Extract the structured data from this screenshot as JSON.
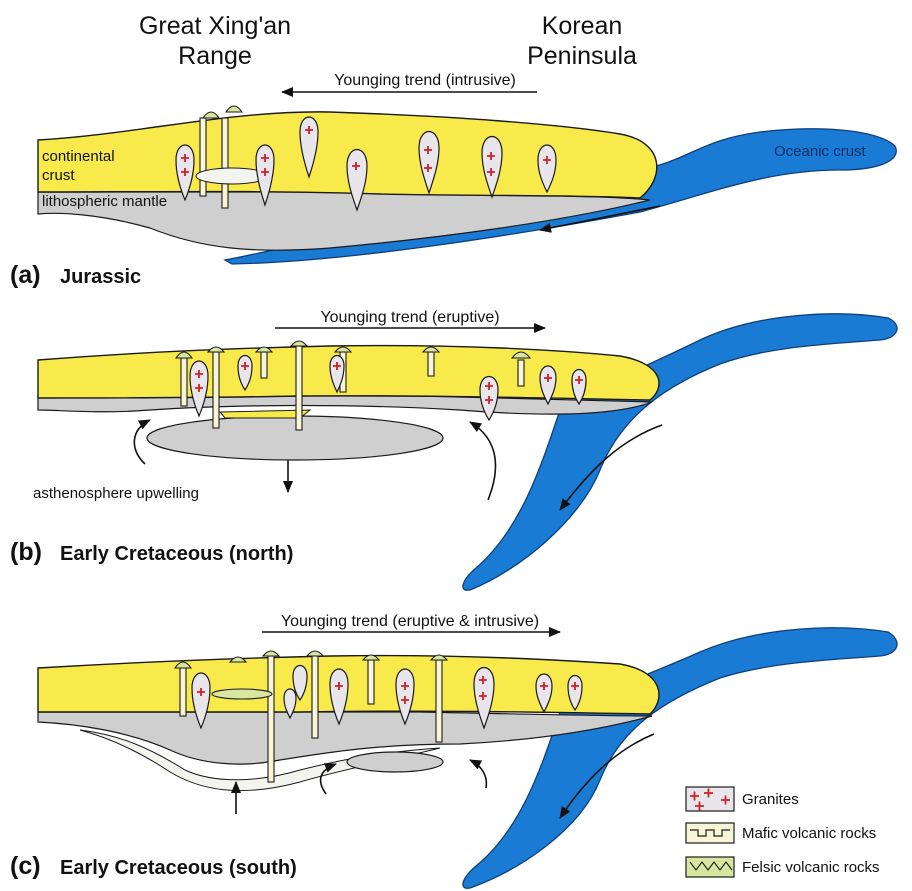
{
  "labels": {
    "region_west": "Great Xing'an Range",
    "region_west_l1": "Great Xing'an",
    "region_west_l2": "Range",
    "region_east_l1": "Korean",
    "region_east_l2": "Peninsula"
  },
  "panel_a": {
    "letter": "(a)",
    "title": "Jurassic",
    "trend": "Younging trend (intrusive)",
    "crust_l1": "continental",
    "crust_l2": "crust",
    "mantle": "lithospheric mantle",
    "ocean": "Oceanic crust"
  },
  "panel_b": {
    "letter": "(b)",
    "title": "Early Cretaceous (north)",
    "trend": "Younging trend (eruptive)",
    "upwelling": "asthenosphere upwelling"
  },
  "panel_c": {
    "letter": "(c)",
    "title": "Early Cretaceous (south)",
    "trend": "Younging trend (eruptive & intrusive)"
  },
  "legend": {
    "items": [
      {
        "label": "Granites",
        "swatch": "granite"
      },
      {
        "label": "Mafic volcanic rocks",
        "swatch": "mafic"
      },
      {
        "label": "Felsic volcanic rocks",
        "swatch": "felsic"
      }
    ]
  },
  "colors": {
    "crust": "#f7ea4a",
    "mantle": "#cfcfcf",
    "oceanic": "#1a7bd4",
    "granite_cross": "#d0202a",
    "felsic": "#d8e6a0",
    "mafic": "#f9f6d8"
  }
}
